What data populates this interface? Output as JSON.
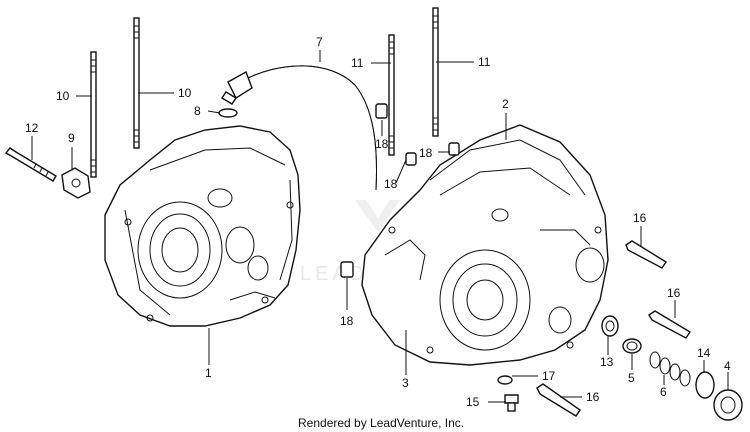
{
  "watermark": "LEADVENTURE",
  "credit": "Rendered by LeadVenture, Inc.",
  "callouts": [
    "1",
    "2",
    "3",
    "4",
    "5",
    "6",
    "7",
    "8",
    "9",
    "10",
    "10",
    "11",
    "11",
    "12",
    "13",
    "14",
    "15",
    "16",
    "16",
    "16",
    "17",
    "18",
    "18",
    "18",
    "18"
  ]
}
